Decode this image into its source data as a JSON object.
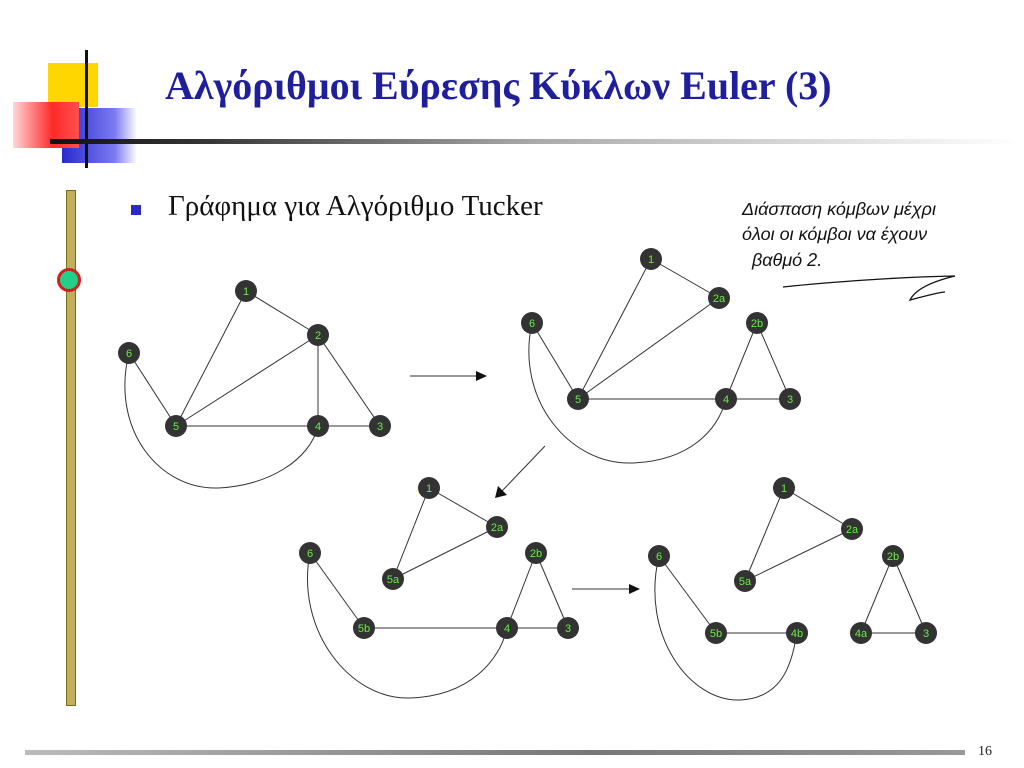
{
  "slide": {
    "title": "Αλγόριθμοι Εύρεσης Κύκλων Euler (3)",
    "bullet": "Γράφημα για Αλγόριθμο Tucker",
    "page_number": "16",
    "handwritten_note": [
      "Διάσπαση κόμβων μέχρι",
      "όλοι οι κόμβοι να έχουν",
      "βαθμό 2."
    ]
  },
  "colors": {
    "title": "#1f1f9c",
    "bullet": "#2a2ac8",
    "node_fill": "#333333",
    "node_label": "#66ee44",
    "edge": "#333333",
    "deco_yellow": "#ffd700",
    "deco_red": "#ff3b3b",
    "deco_blue": "#3a3ad8",
    "vertical_bar": "#b8a85a",
    "knob": "#22d08a"
  },
  "graphs": {
    "g1": {
      "nodes": [
        "1",
        "2",
        "3",
        "4",
        "5",
        "6"
      ]
    },
    "g2": {
      "nodes": [
        "1",
        "2a",
        "2b",
        "3",
        "4",
        "5",
        "6"
      ]
    },
    "g3": {
      "nodes": [
        "1",
        "2a",
        "2b",
        "3",
        "4",
        "5a",
        "5b",
        "6"
      ]
    },
    "g4": {
      "nodes": [
        "1",
        "2a",
        "2b",
        "3",
        "4a",
        "4b",
        "5a",
        "5b",
        "6"
      ]
    }
  }
}
